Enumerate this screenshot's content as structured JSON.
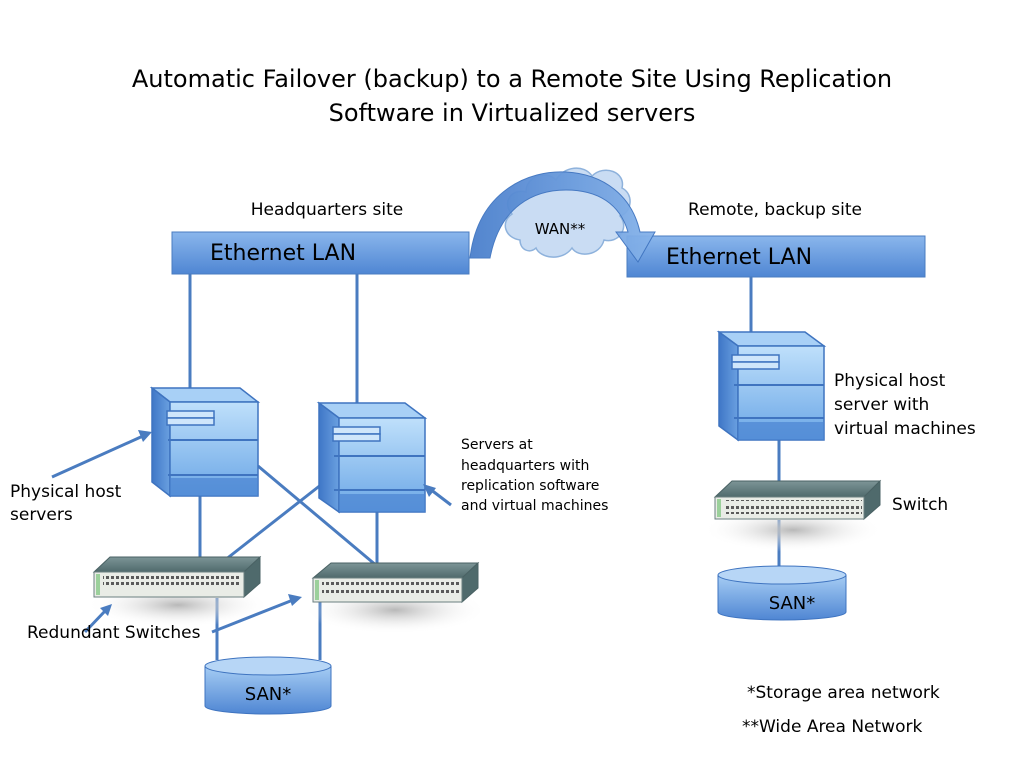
{
  "title": {
    "line1": "Automatic Failover (backup) to a Remote Site Using Replication",
    "line2": "Software in Virtualized servers"
  },
  "headquarters": {
    "site_label": "Headquarters site",
    "lan_label": "Ethernet LAN",
    "servers_label_line1": "Physical host",
    "servers_label_line2": "servers",
    "servers_note": [
      "Servers at",
      "headquarters with",
      "replication software",
      "and virtual machines"
    ],
    "switches_label": "Redundant Switches",
    "san_label": "SAN*"
  },
  "wan": {
    "label": "WAN**"
  },
  "remote": {
    "site_label": "Remote, backup site",
    "lan_label": "Ethernet LAN",
    "server_label": [
      "Physical host",
      "server with",
      "virtual machines"
    ],
    "switch_label": "Switch",
    "san_label": "SAN*"
  },
  "footnotes": {
    "san": "*Storage area network",
    "wan": "**Wide Area Network"
  },
  "colors": {
    "lan_bar": "#5b8fd8",
    "link_line": "#4a7cc0",
    "server_face": "#8fc0f0",
    "switch_body": "#5f7a7c",
    "san_body": "#6ea0e0",
    "cloud": "#c9dcf3"
  }
}
